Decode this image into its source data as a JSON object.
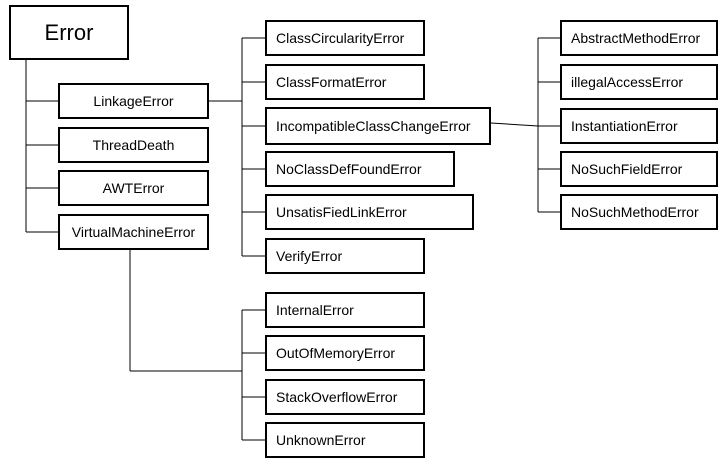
{
  "colors": {
    "line": "#000000",
    "box_border": "#000000",
    "background": "#ffffff"
  },
  "root": {
    "label": "Error"
  },
  "level1": [
    "LinkageError",
    "ThreadDeath",
    "AWTError",
    "VirtualMachineError"
  ],
  "linkage_children": [
    "ClassCircularityError",
    "ClassFormatError",
    "IncompatibleClassChangeError",
    "NoClassDefFoundError",
    "UnsatisFiedLinkError",
    "VerifyError"
  ],
  "incompatible_children": [
    "AbstractMethodError",
    "illegalAccessError",
    "InstantiationError",
    "NoSuchFieldError",
    "NoSuchMethodError"
  ],
  "vm_children": [
    "InternalError",
    "OutOfMemoryError",
    "StackOverflowError",
    "UnknownError"
  ]
}
